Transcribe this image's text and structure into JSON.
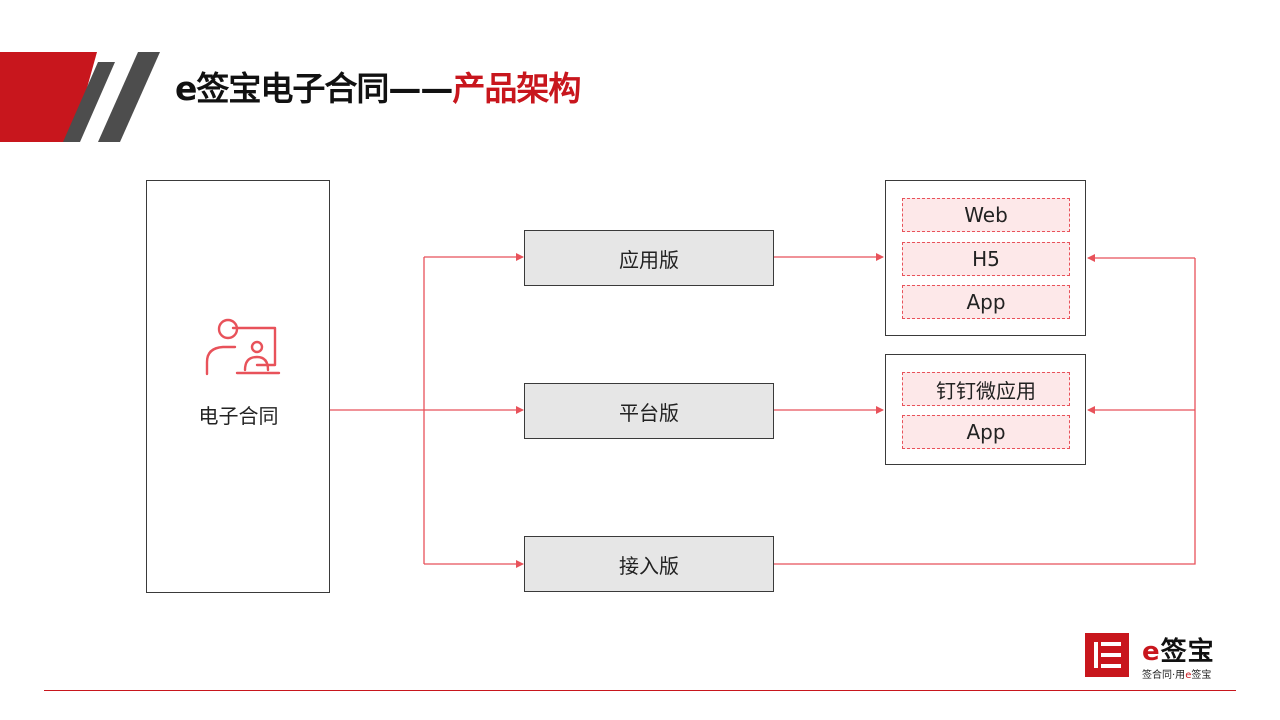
{
  "title": {
    "main": "e签宝电子合同——",
    "accent": "产品架构"
  },
  "diagram": {
    "source_label": "电子合同",
    "editions": [
      "应用版",
      "平台版",
      "接入版"
    ],
    "group1": [
      "Web",
      "H5",
      "App"
    ],
    "group2": [
      "钉钉微应用",
      "App"
    ]
  },
  "brand": {
    "logo_mark": "E",
    "name_prefix": "e",
    "name_rest": "签宝",
    "slogan_left": "签合同·用",
    "slogan_e": "e",
    "slogan_right": "签宝"
  },
  "colors": {
    "accent": "#c8161d",
    "arrow": "#e8525a",
    "chip_fill": "#fde8e9",
    "edition_fill": "#e6e6e6",
    "header_grey": "#4d4d4d"
  },
  "icons": {
    "header_decoration": "diagonal-stripes",
    "source_icon": "person-at-screen-icon",
    "logo": "esign-logo-icon"
  }
}
